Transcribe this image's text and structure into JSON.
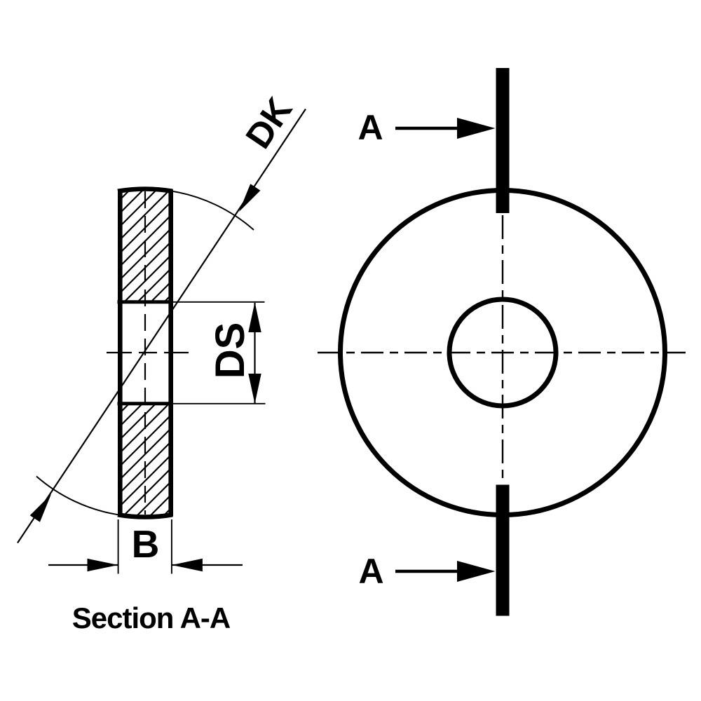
{
  "drawing": {
    "type": "technical-drawing-washer",
    "section_view": {
      "title": "Section A-A",
      "dim_outer_diameter": "DK",
      "dim_inner_diameter": "DS",
      "dim_thickness": "B"
    },
    "front_view": {
      "cutting_plane_label_top": "A",
      "cutting_plane_label_bottom": "A"
    },
    "colors": {
      "line": "#000000",
      "background": "#ffffff"
    }
  }
}
